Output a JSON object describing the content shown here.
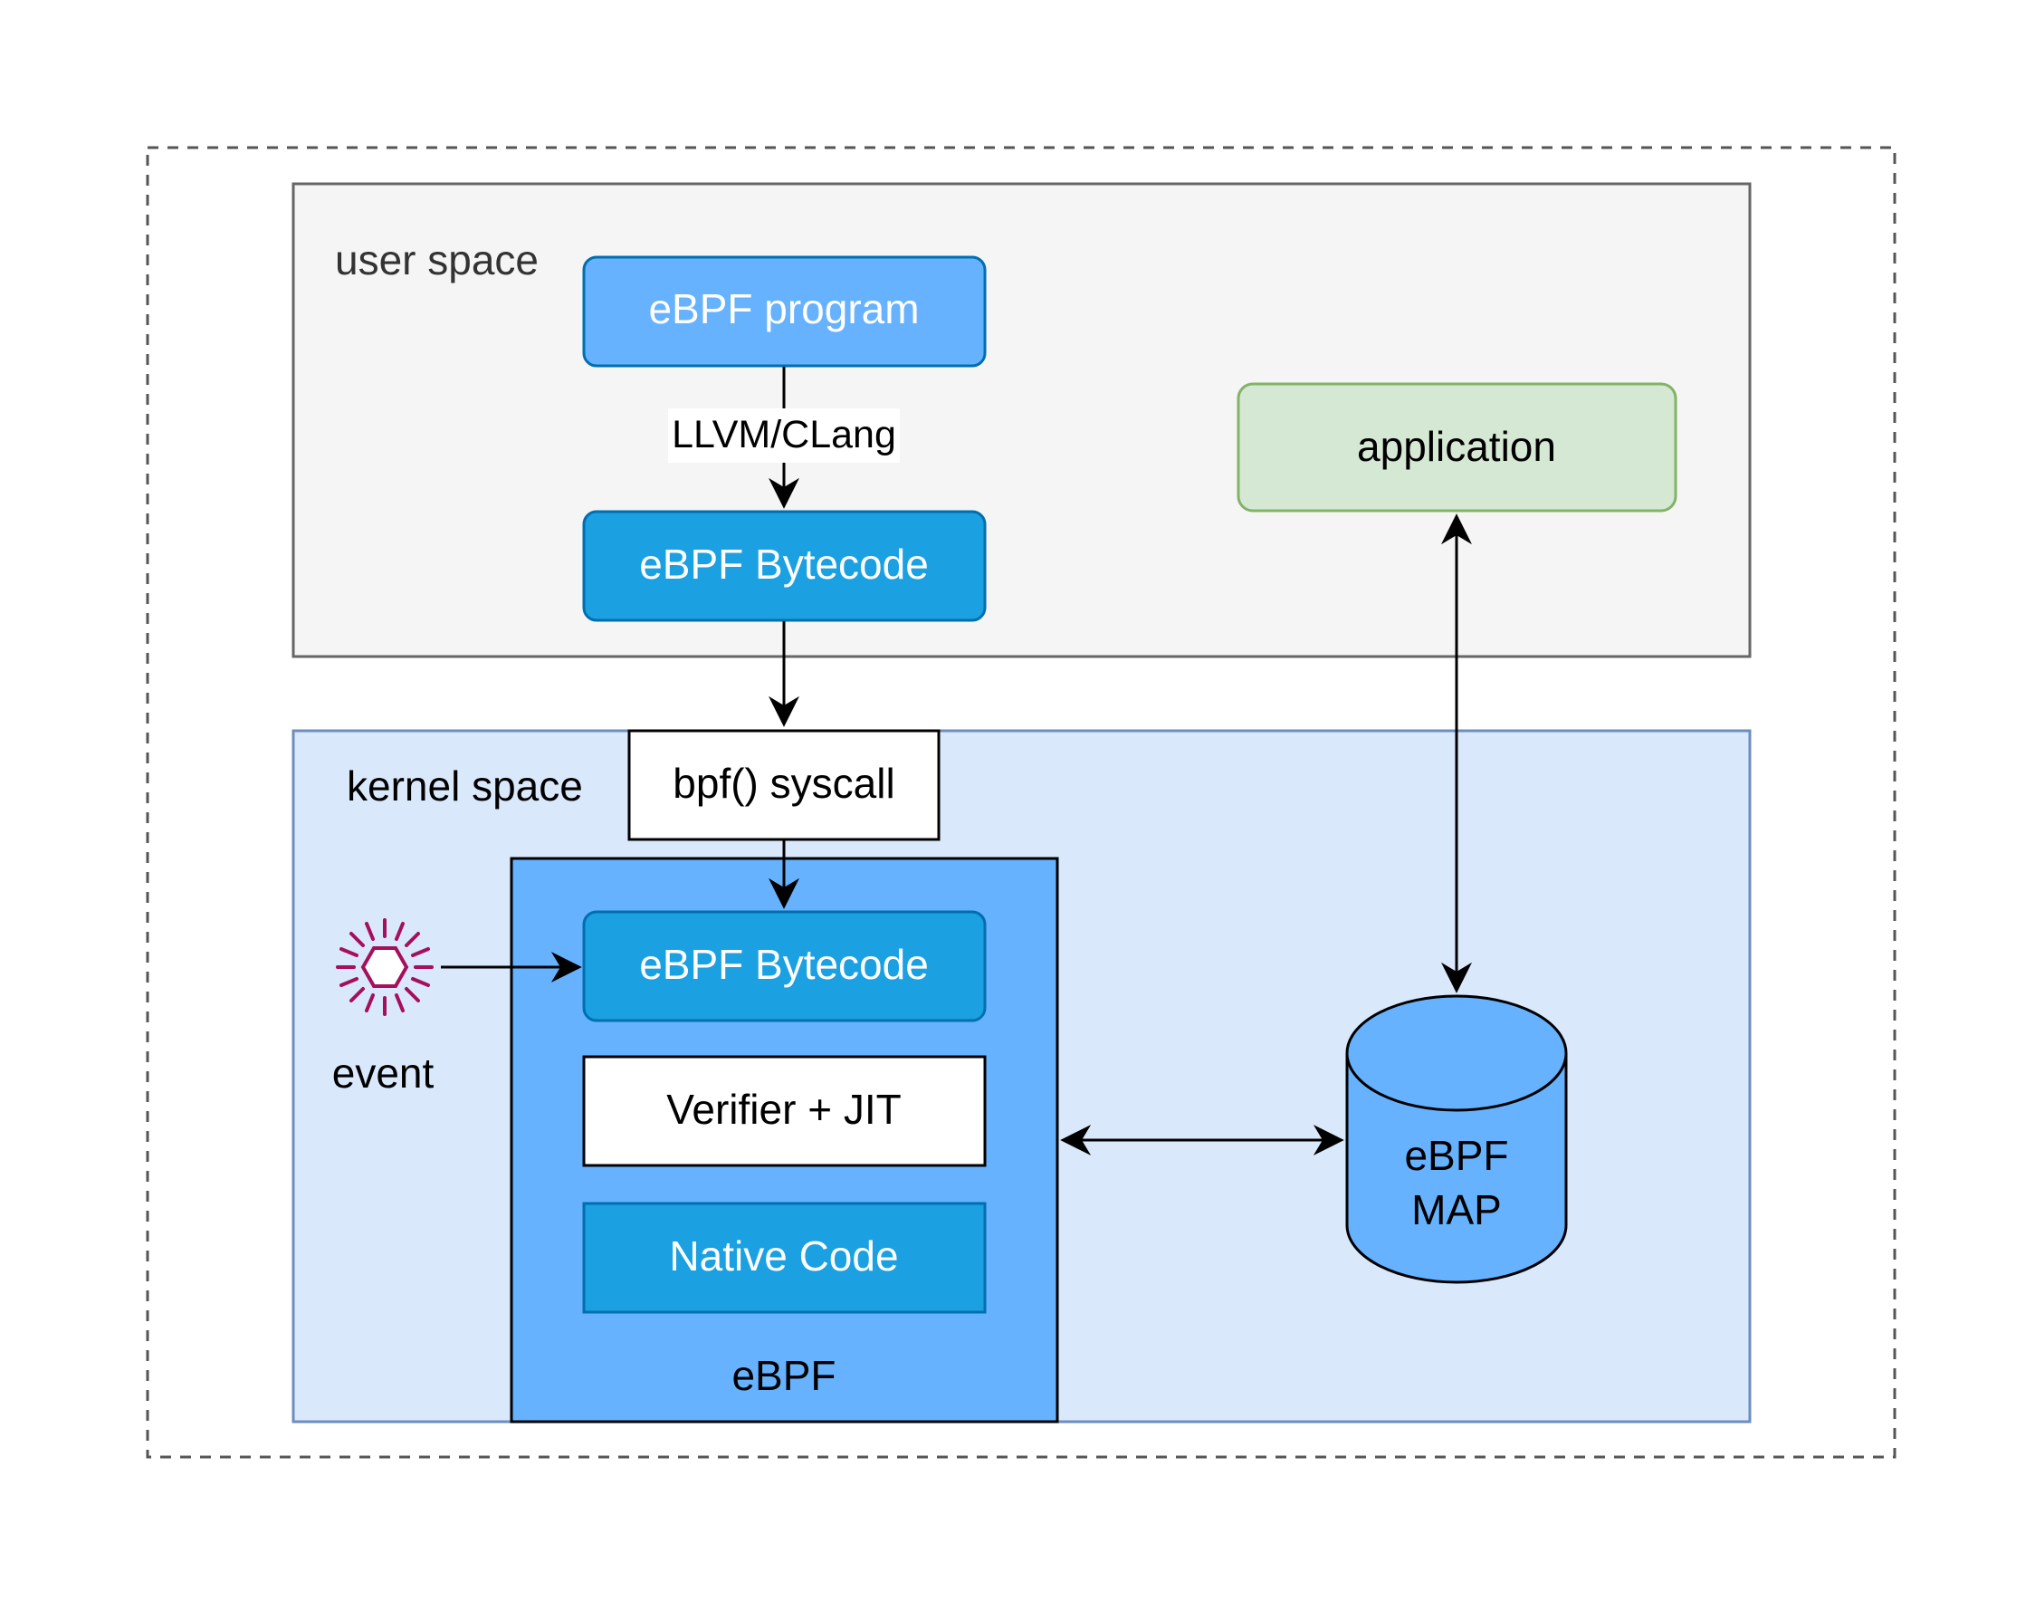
{
  "user_space": {
    "label": "user space",
    "program_box": "eBPF program",
    "compile_edge_label": "LLVM/CLang",
    "bytecode_box": "eBPF Bytecode",
    "application_box": "application"
  },
  "kernel_space": {
    "label": "kernel space",
    "syscall_box": "bpf() syscall",
    "ebpf_container": {
      "label": "eBPF",
      "bytecode_box": "eBPF Bytecode",
      "verifier_box": "Verifier + JIT",
      "native_box": "Native Code"
    },
    "event_label": "event",
    "map_cylinder": {
      "line1": "eBPF",
      "line2": "MAP"
    }
  },
  "colors": {
    "blue_light_fill": "#66b2ff",
    "blue_dark_fill": "#1ba1e2",
    "blue_stroke": "#006eaf",
    "green_fill": "#d5e8d4",
    "green_stroke": "#82b366",
    "user_space_fill": "#f5f5f5",
    "user_space_stroke": "#666666",
    "kernel_space_fill": "#dae8fc",
    "kernel_space_stroke": "#6c8ebf",
    "event_icon": "#a50f5c"
  },
  "icons": {
    "event": "event-burst-hexagon-icon"
  }
}
